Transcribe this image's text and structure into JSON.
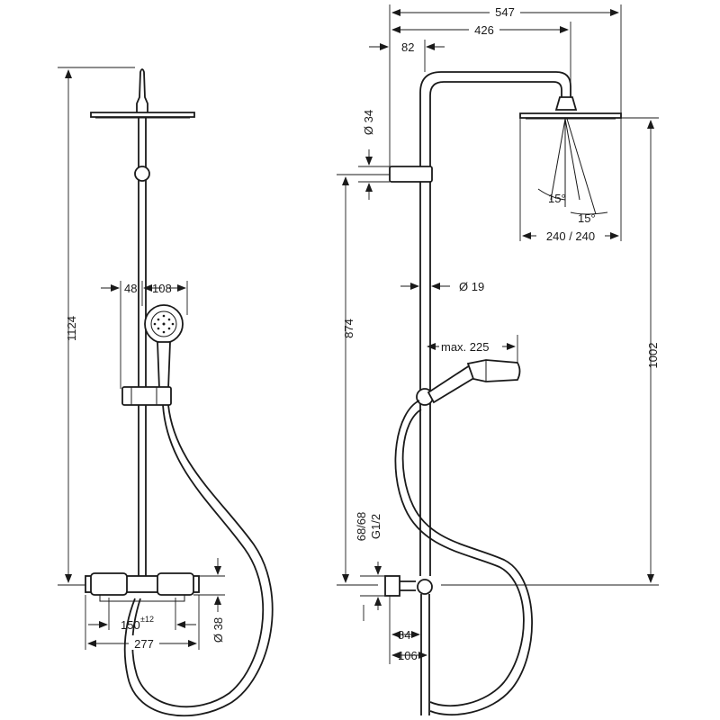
{
  "dimensions": {
    "d547": "547",
    "d426": "426",
    "d82": "82",
    "d34": "Ø 34",
    "d19": "Ø 19",
    "d874": "874",
    "d1002": "1002",
    "d1124": "1124",
    "d225": "max. 225",
    "d240": "240 / 240",
    "a15a": "15°",
    "a15b": "15°",
    "d48": "48",
    "d108": "108",
    "d150": "150",
    "d150tol": "±12",
    "d277": "277",
    "d38": "Ø 38",
    "d84": "84",
    "d106": "106",
    "d6868": "68/68",
    "dG12": "G1/2"
  }
}
